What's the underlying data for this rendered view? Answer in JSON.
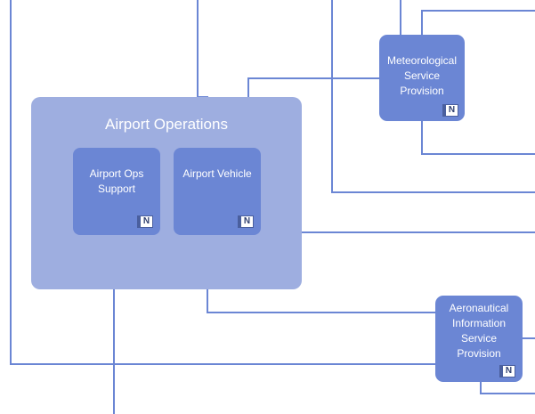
{
  "colors": {
    "connector": "#6b86d4",
    "outer_box": "#9eaee0",
    "inner_box": "#6b86d4",
    "text": "#ffffff"
  },
  "nodes": {
    "airport_operations": {
      "title": "Airport Operations"
    },
    "airport_ops_support": {
      "label": "Airport Ops Support",
      "badge": "N"
    },
    "airport_vehicle": {
      "label": "Airport Vehicle",
      "badge": "N"
    },
    "meteorological": {
      "label": "Meteorological Service Provision",
      "badge": "N"
    },
    "aeronautical": {
      "label": "Aeronautical Information Service Provision",
      "badge": "N"
    }
  }
}
